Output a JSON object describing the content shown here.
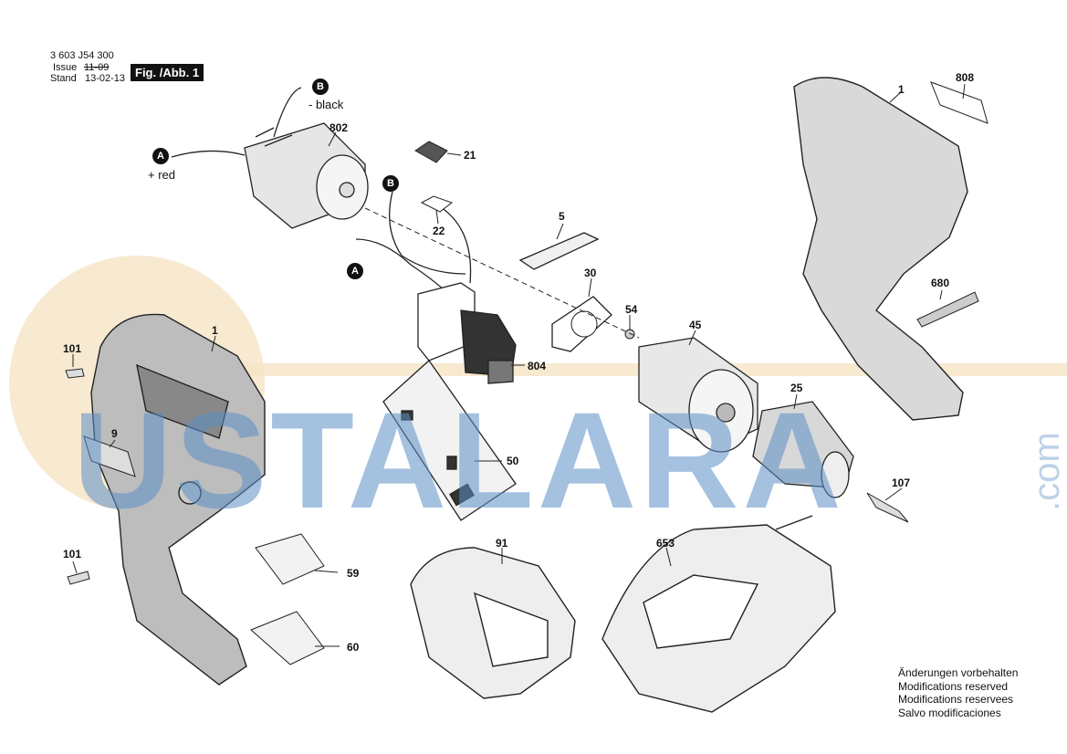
{
  "header": {
    "doc_number": "3 603 J54 300",
    "issue_label": "Issue",
    "issue_value": "11-09",
    "stand_label": "Stand",
    "stand_value": "13-02-13",
    "figure_label": "Fig. /Abb. 1"
  },
  "watermark": {
    "text": "USTALARA",
    "suffix": ".com",
    "color": "#5b8fc7"
  },
  "connectors": [
    {
      "letter": "B",
      "text": "- black"
    },
    {
      "letter": "A",
      "text": "+ red"
    },
    {
      "letter": "B",
      "text": ""
    },
    {
      "letter": "A",
      "text": ""
    }
  ],
  "part_numbers": {
    "p802": "802",
    "p21": "21",
    "p22": "22",
    "p5": "5",
    "p30": "30",
    "p54": "54",
    "p45": "45",
    "p804": "804",
    "p50": "50",
    "p25": "25",
    "p107": "107",
    "p1_left": "1",
    "p1_right": "1",
    "p808": "808",
    "p680": "680",
    "p101_top": "101",
    "p101_bottom": "101",
    "p9": "9",
    "p59": "59",
    "p60": "60",
    "p91": "91",
    "p653": "653"
  },
  "notes": [
    "Änderungen vorbehalten",
    "Modifications reserved",
    "Modifications reservees",
    "Salvo modificaciones"
  ]
}
